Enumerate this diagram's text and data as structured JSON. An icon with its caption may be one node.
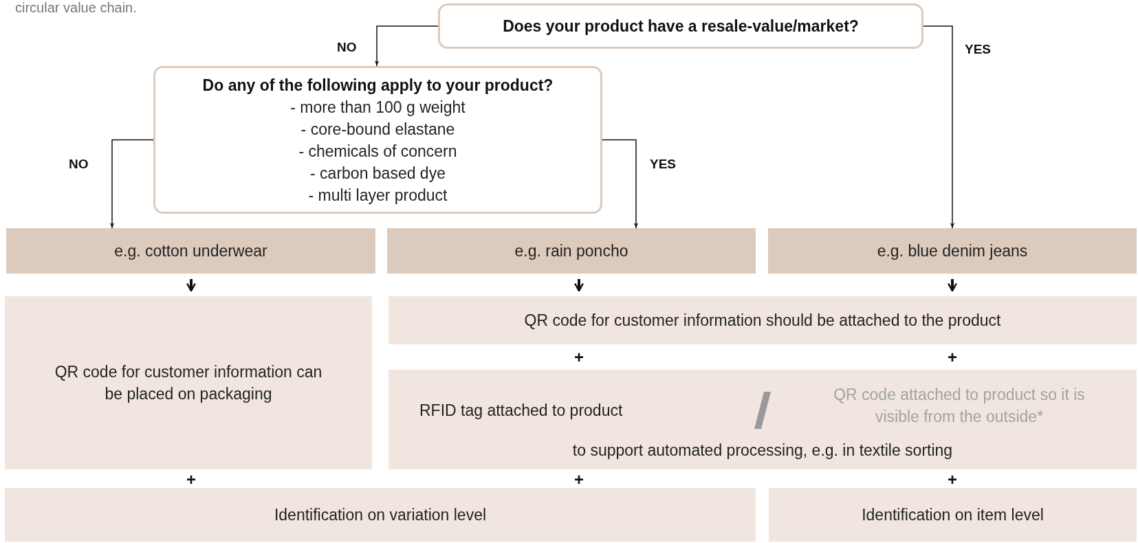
{
  "diagram": {
    "nodes": [
      {
        "text": [
          "Does your product have a resale-value/market?"
        ]
      },
      {
        "text": [
          "Do any of the following apply to your product?",
          "- more than 100 g weight",
          "- core-bound elastane",
          "- chemicals of concern",
          "- carbon based dye",
          "- multi layer product"
        ]
      },
      {
        "text": [
          "e.g. cotton underwear"
        ]
      },
      {
        "text": [
          "e.g. rain poncho"
        ]
      },
      {
        "text": [
          "e.g. blue denim jeans"
        ]
      },
      {
        "text": [
          "QR code for customer information can be placed on packaging"
        ]
      },
      {
        "text": [
          "QR code for customer information should be attached to the product"
        ]
      },
      {
        "text": [
          "RFID tag attached to product",
          "QR code attached to product so it is visible from the outside*",
          "to support automated processing, e.g. in textile sorting"
        ]
      },
      {
        "text": [
          "Identification on variation level"
        ]
      },
      {
        "text": [
          "Identification on item level"
        ]
      }
    ],
    "edges": [
      {
        "from": 0,
        "to": 1,
        "arrow": "to",
        "label": "NO"
      },
      {
        "from": 0,
        "to": 4,
        "arrow": "to",
        "label": "YES"
      },
      {
        "from": 1,
        "to": 2,
        "arrow": "to",
        "label": "NO"
      },
      {
        "from": 1,
        "to": 3,
        "arrow": "to",
        "label": "YES"
      },
      {
        "from": 2,
        "to": 5,
        "arrow": "to",
        "style": "thick"
      },
      {
        "from": 3,
        "to": 6,
        "arrow": "to",
        "style": "thick"
      },
      {
        "from": 4,
        "to": 6,
        "arrow": "to",
        "style": "thick"
      }
    ],
    "labels": [
      "circular value chain.",
      "+",
      "+",
      "+",
      "+",
      "+"
    ]
  }
}
